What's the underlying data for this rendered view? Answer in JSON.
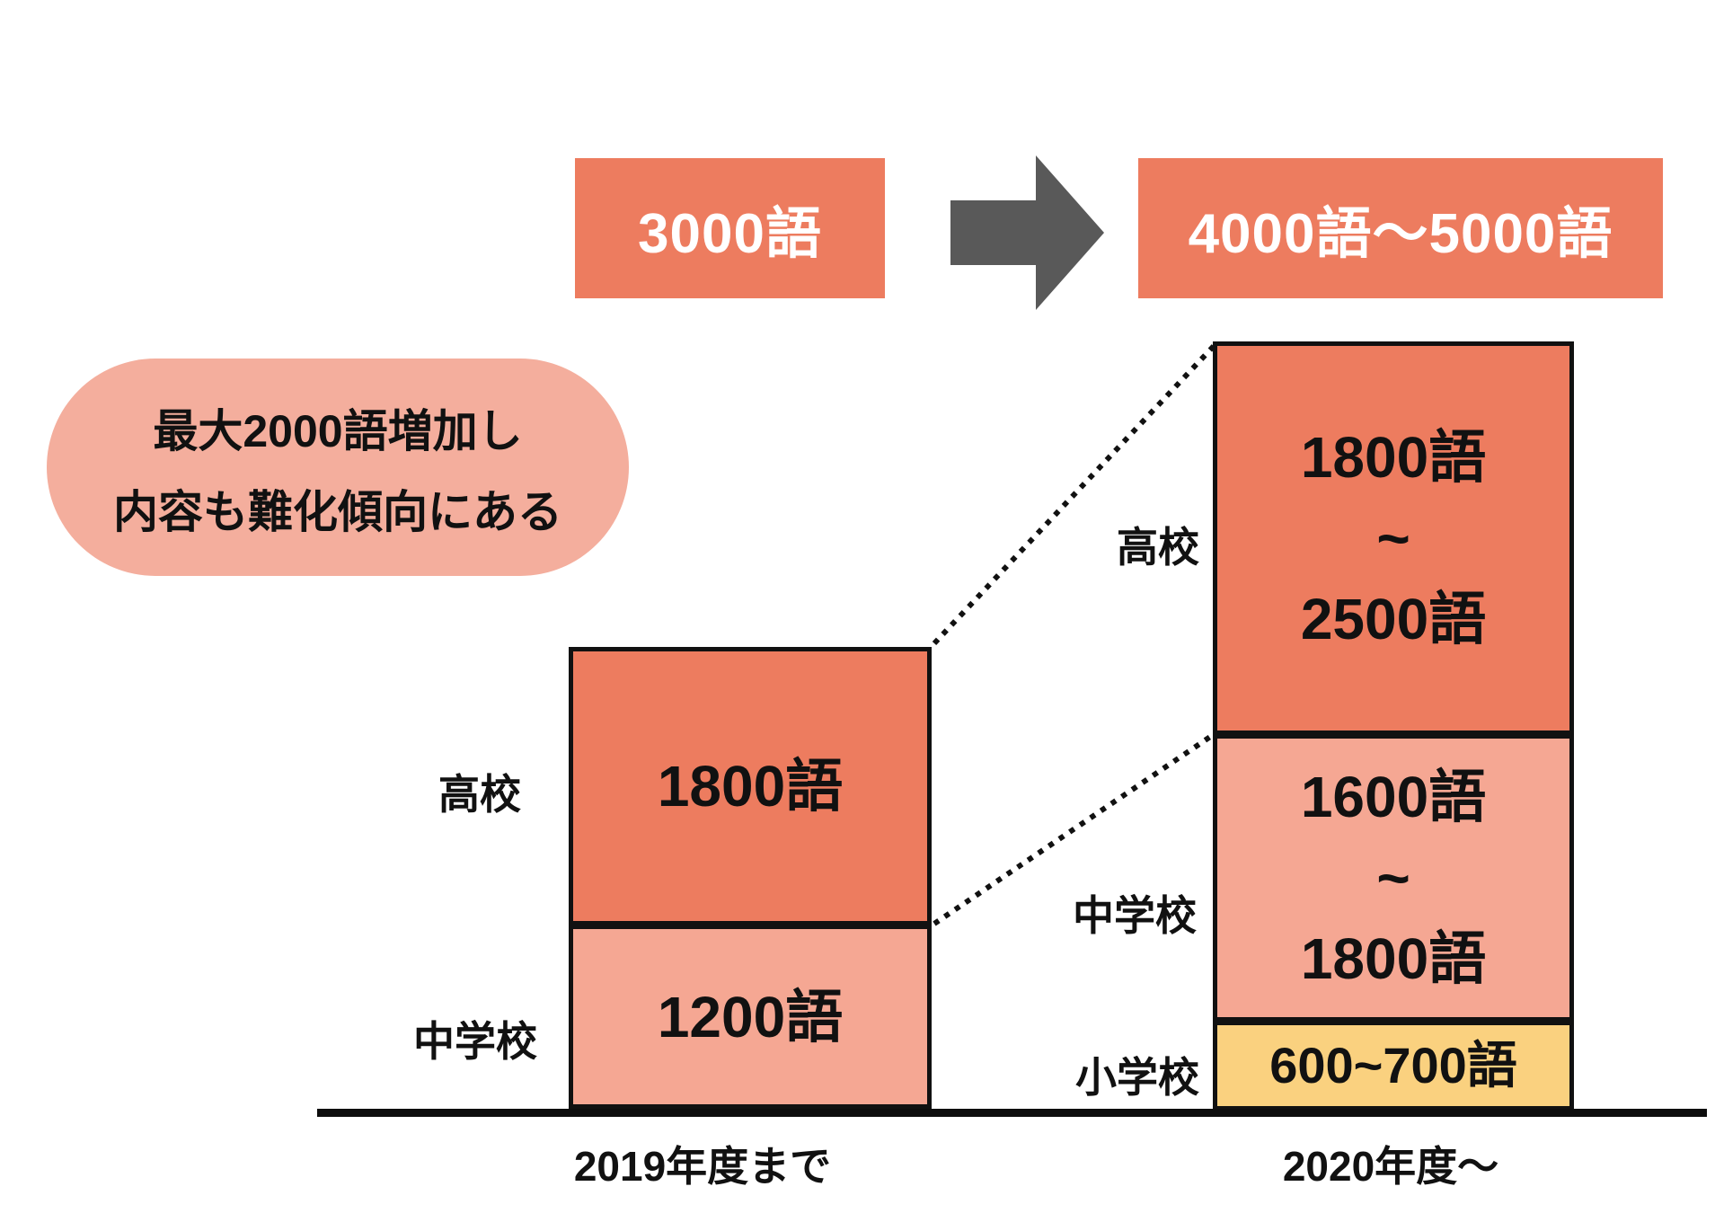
{
  "header": {
    "before_total": "3000語",
    "after_total": "4000語〜5000語"
  },
  "callout": {
    "line1": "最大2000語増加し",
    "line2": "内容も難化傾向にある"
  },
  "before": {
    "axis_label": "2019年度まで",
    "segments": {
      "koukou": {
        "label": "高校",
        "value": "1800語"
      },
      "chuugakkou": {
        "label": "中学校",
        "value": "1200語"
      }
    }
  },
  "after": {
    "axis_label": "2020年度〜",
    "segments": {
      "koukou": {
        "label": "高校",
        "line1": "1800語",
        "line2": "~",
        "line3": "2500語"
      },
      "chuugakkou": {
        "label": "中学校",
        "line1": "1600語",
        "line2": "~",
        "line3": "1800語"
      },
      "shougakkou": {
        "label": "小学校",
        "value": "600~700語"
      }
    }
  },
  "colors": {
    "dark_orange": "#ED7C5F",
    "light_salmon": "#F5A793",
    "callout_pink": "#F4AE9D",
    "elementary_yellow": "#FAD17F",
    "arrow_gray": "#595959",
    "line_black": "#111111",
    "box_text_white": "#FFFFFF"
  },
  "chart_data": {
    "type": "bar",
    "subtype": "stacked-comparison",
    "title": "",
    "categories": [
      "2019年度まで",
      "2020年度〜"
    ],
    "series": [
      {
        "name": "高校",
        "values": [
          1800,
          [
            1800,
            2500
          ]
        ],
        "labels": [
          "1800語",
          "1800語~2500語"
        ]
      },
      {
        "name": "中学校",
        "values": [
          1200,
          [
            1600,
            1800
          ]
        ],
        "labels": [
          "1200語",
          "1600語~1800語"
        ]
      },
      {
        "name": "小学校",
        "values": [
          0,
          [
            600,
            700
          ]
        ],
        "labels": [
          "",
          "600~700語"
        ]
      }
    ],
    "totals": [
      "3000語",
      "4000語〜5000語"
    ],
    "annotation": "最大2000語増加し内容も難化傾向にある",
    "legend_position": "none",
    "grid": false,
    "ylabel": "",
    "xlabel": ""
  }
}
